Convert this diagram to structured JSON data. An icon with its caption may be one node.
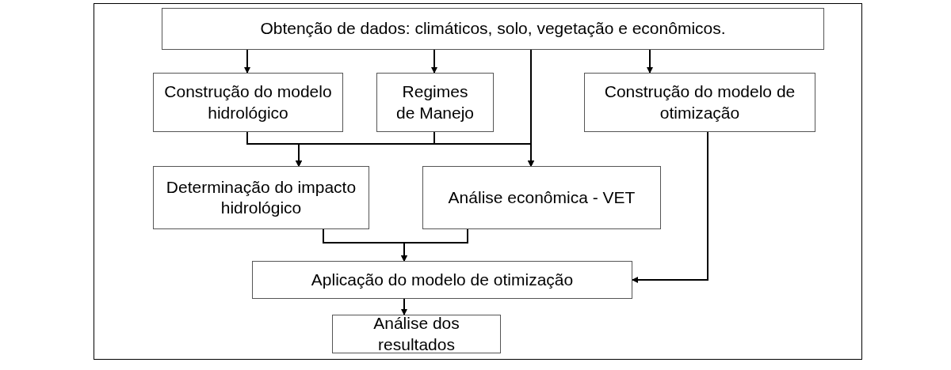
{
  "diagram": {
    "nodes": [
      {
        "text": [
          "Obtenção de dados: climáticos, solo, vegetação e econômicos."
        ]
      },
      {
        "text": [
          "Construção do modelo hidrológico"
        ]
      },
      {
        "text": [
          "Regimes de Manejo"
        ]
      },
      {
        "text": [
          "Construção do modelo de otimização"
        ]
      },
      {
        "text": [
          "Determinação do impacto hidrológico"
        ]
      },
      {
        "text": [
          "Análise econômica - VET"
        ]
      },
      {
        "text": [
          "Aplicação do modelo de otimização"
        ]
      },
      {
        "text": [
          "Análise dos resultados"
        ]
      }
    ],
    "edges": [
      {
        "from": 0,
        "to": 1,
        "arrow": "to"
      },
      {
        "from": 0,
        "to": 2,
        "arrow": "to"
      },
      {
        "from": 0,
        "to": 3,
        "arrow": "to"
      },
      {
        "from": 0,
        "to": 5,
        "arrow": "to"
      },
      {
        "from": 0,
        "to": 4,
        "arrow": "to"
      },
      {
        "from": 1,
        "to": 4,
        "arrow": "to"
      },
      {
        "from": 2,
        "to": 4,
        "arrow": "to"
      },
      {
        "from": 1,
        "to": 5,
        "arrow": "to"
      },
      {
        "from": 2,
        "to": 5,
        "arrow": "to"
      },
      {
        "from": 4,
        "to": 6,
        "arrow": "to"
      },
      {
        "from": 5,
        "to": 6,
        "arrow": "to"
      },
      {
        "from": 3,
        "to": 6,
        "arrow": "to"
      },
      {
        "from": 6,
        "to": 7,
        "arrow": "to"
      }
    ]
  }
}
